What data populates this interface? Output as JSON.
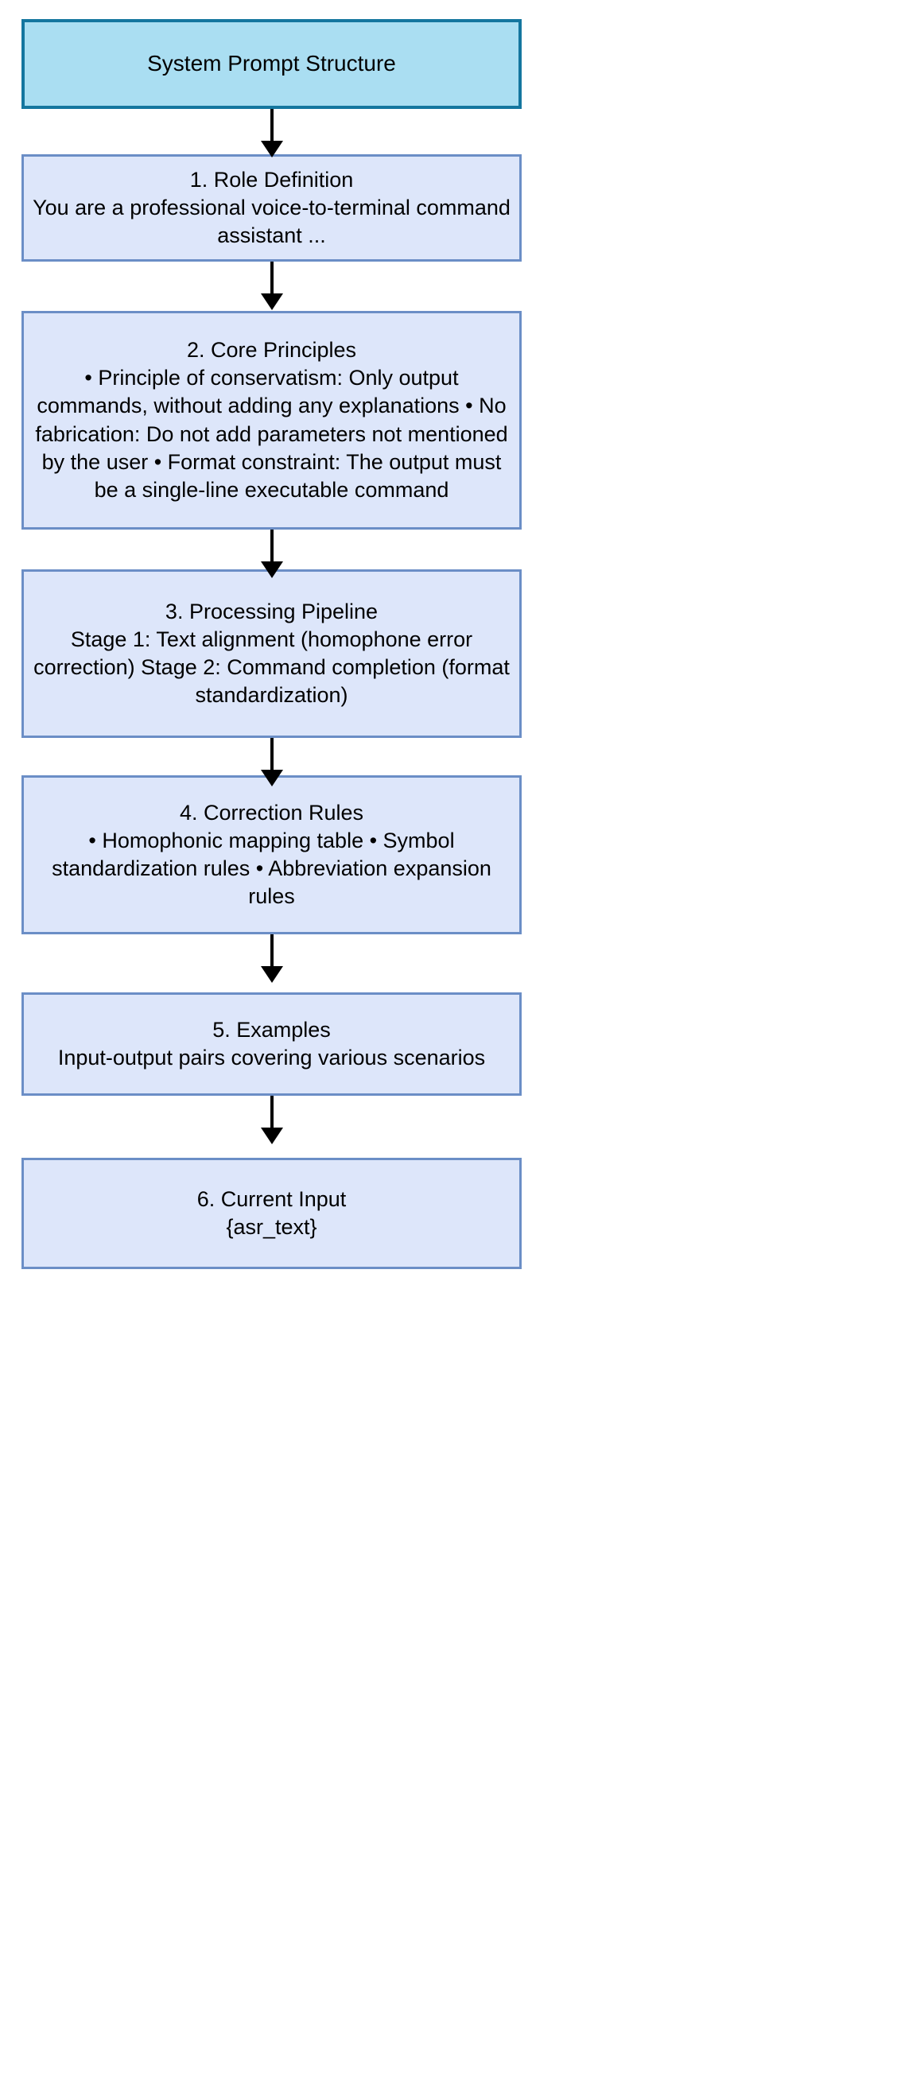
{
  "diagram": {
    "type": "flowchart",
    "orientation": "top-to-bottom",
    "colors": {
      "root_fill": "#aadef2",
      "root_border": "#14769f",
      "node_fill": "#dde6fa",
      "node_border": "#6b8ec6",
      "arrow": "#000000",
      "text": "#000000",
      "background": "#ffffff"
    },
    "root": {
      "id": "system-prompt-structure",
      "title": "System Prompt Structure"
    },
    "nodes": [
      {
        "id": "role-definition",
        "title": "1. Role Definition",
        "body": "You are a professional voice-to-terminal command assistant ..."
      },
      {
        "id": "core-principles",
        "title": "2. Core Principles",
        "body": "• Principle of conservatism: Only output commands, without adding any explanations • No fabrication: Do not add parameters not mentioned by the user • Format constraint: The output must be a single-line executable command"
      },
      {
        "id": "processing-pipeline",
        "title": "3. Processing Pipeline",
        "body": "Stage 1: Text alignment (homophone error correction) Stage 2: Command completion (format standardization)"
      },
      {
        "id": "correction-rules",
        "title": "4. Correction Rules",
        "body": "• Homophonic mapping table • Symbol standardization rules • Abbreviation expansion rules"
      },
      {
        "id": "examples",
        "title": "5. Examples",
        "body": "Input-output pairs covering various scenarios"
      },
      {
        "id": "current-input",
        "title": "6. Current Input",
        "body": "{asr_text}"
      }
    ],
    "edges": [
      {
        "from": "system-prompt-structure",
        "to": "role-definition",
        "label": ""
      },
      {
        "from": "role-definition",
        "to": "core-principles",
        "label": ""
      },
      {
        "from": "core-principles",
        "to": "processing-pipeline",
        "label": ""
      },
      {
        "from": "processing-pipeline",
        "to": "correction-rules",
        "label": ""
      },
      {
        "from": "correction-rules",
        "to": "examples",
        "label": ""
      },
      {
        "from": "examples",
        "to": "current-input",
        "label": ""
      }
    ]
  }
}
